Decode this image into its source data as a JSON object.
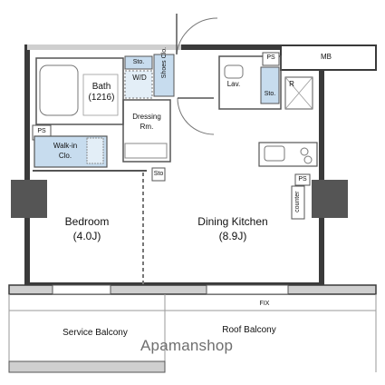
{
  "rooms": {
    "bath": "Bath",
    "bath_size": "(1216)",
    "storage_top": "Sto.",
    "wd": "W/D",
    "shoes": "Shoes\nClo.",
    "dressing": "Dressing",
    "dressing_rm": "Rm.",
    "lav": "Lav.",
    "sto_lav": "Sto.",
    "ps_left": "PS",
    "walkin": "Walk-in",
    "walkin_clo": "Clo.",
    "sto_door": "Sto",
    "ps_top": "PS",
    "mb": "MB",
    "r": "R",
    "ps_right": "PS",
    "counter": "counter",
    "bedroom": "Bedroom",
    "bedroom_size": "(4.0J)",
    "dining": "Dining Kitchen",
    "dining_size": "(8.9J)",
    "fix": "FIX",
    "service_balcony": "Service Balcony",
    "roof_balcony": "Roof Balcony"
  },
  "watermark": "Apamanshop",
  "colors": {
    "wall": "#3a3a3a",
    "wall_fill": "#cfcfcf",
    "storage_blue": "#c7dcee",
    "column": "#555555",
    "floor_line": "#9a9a9a"
  }
}
